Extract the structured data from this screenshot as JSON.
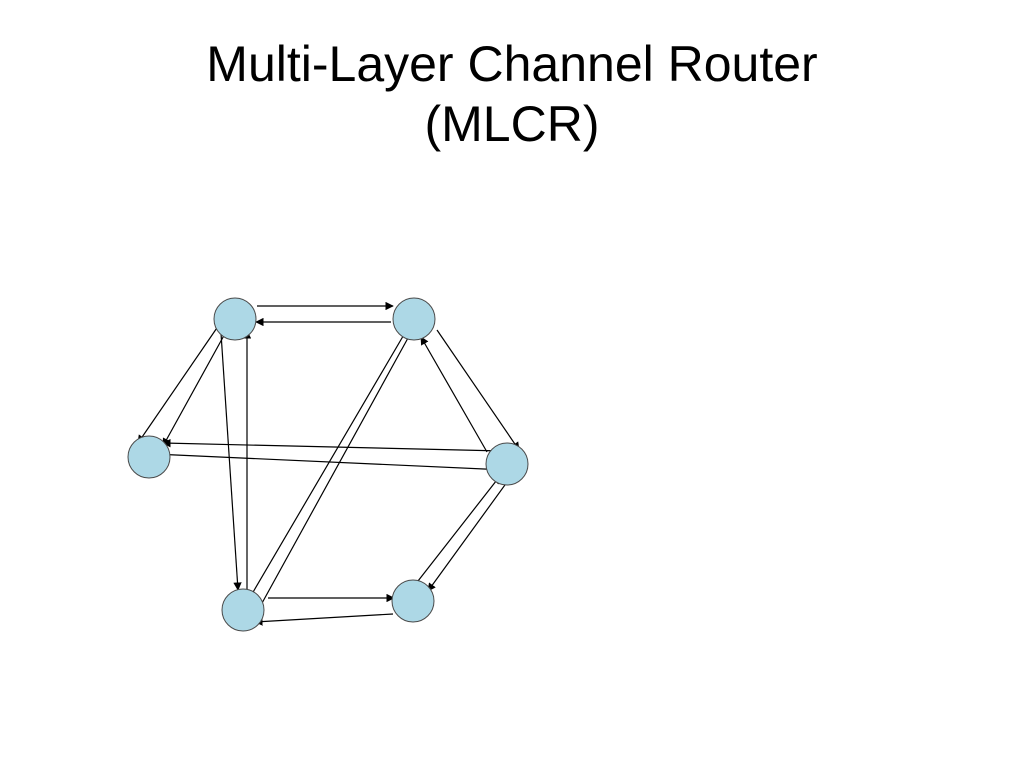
{
  "slide": {
    "title_line1": "Multi-Layer Channel Router",
    "title_line2": "(MLCR)"
  },
  "diagram": {
    "node_fill": "#add8e6",
    "node_stroke": "#4a4a4a",
    "edge_color": "#000000",
    "nodes": [
      "top-left",
      "top-right",
      "middle-left",
      "middle-right",
      "bottom-left",
      "bottom-right"
    ],
    "edges": [
      {
        "from": "top-left",
        "to": "top-right"
      },
      {
        "from": "top-right",
        "to": "top-left"
      },
      {
        "from": "top-left",
        "to": "middle-left"
      },
      {
        "from": "top-left",
        "to": "middle-left"
      },
      {
        "from": "top-left",
        "to": "bottom-left"
      },
      {
        "from": "bottom-left",
        "to": "top-left"
      },
      {
        "from": "top-right",
        "to": "middle-right"
      },
      {
        "from": "middle-right",
        "to": "top-right"
      },
      {
        "from": "bottom-left",
        "to": "top-right"
      },
      {
        "from": "top-right",
        "to": "bottom-left"
      },
      {
        "from": "middle-left",
        "to": "middle-right"
      },
      {
        "from": "middle-right",
        "to": "middle-left"
      },
      {
        "from": "bottom-left",
        "to": "bottom-right"
      },
      {
        "from": "bottom-right",
        "to": "bottom-left"
      },
      {
        "from": "bottom-right",
        "to": "middle-right"
      },
      {
        "from": "middle-right",
        "to": "bottom-right"
      }
    ]
  }
}
